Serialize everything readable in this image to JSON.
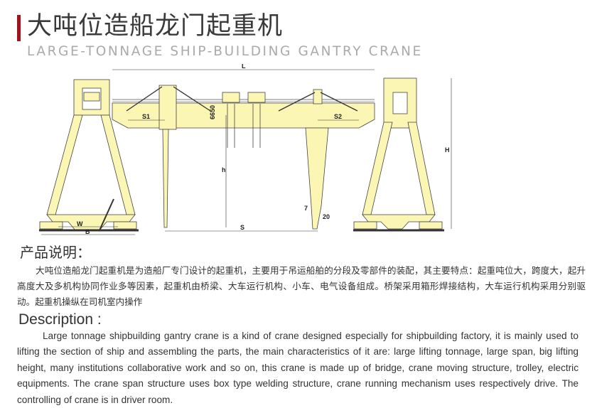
{
  "header": {
    "title": "大吨位造船龙门起重机",
    "subtitle": "LARGE-TONNAGE SHIP-BUILDING GANTRY CRANE",
    "accent_color": "#a3131b"
  },
  "drawing": {
    "labels": {
      "L": "L",
      "S1": "S1",
      "S2": "S2",
      "girder_height": "6650",
      "h": "h",
      "S": "S",
      "H": "H",
      "W": "W",
      "B": "B",
      "seven": "7",
      "twenty": "20"
    },
    "fill_color": "#fbf6b4"
  },
  "product_cn": {
    "heading": "产品说明：",
    "text": "大吨位造船龙门起重机是为造船厂专门设计的起重机，主要用于吊运船舶的分段及零部件的装配，其主要特点：起重吨位大，跨度大，起升高度大及多机构协同作业多等因素，起重机由桥梁、大车运行机构、小车、电气设备组成。桥架采用箱形焊接结构，大车运行机构采用分别驱动。起重机操纵在司机室内操作"
  },
  "description_en": {
    "heading": "Description :",
    "text": "Large tonnage shipbuilding gantry crane is a kind of crane designed especially for shipbuilding factory, it is mainly used to lifting the section of ship and assembling the parts, the main characteristics of it are: large lifting tonnage, large span, big lifting height, many institutions collaborative work and so on, this crane is made up of bridge, crane moving structure, trolley, electric equipments. The crane span structure uses box type welding structure, crane running mechanism uses respectively drive. The controlling of crane is in driver room."
  }
}
